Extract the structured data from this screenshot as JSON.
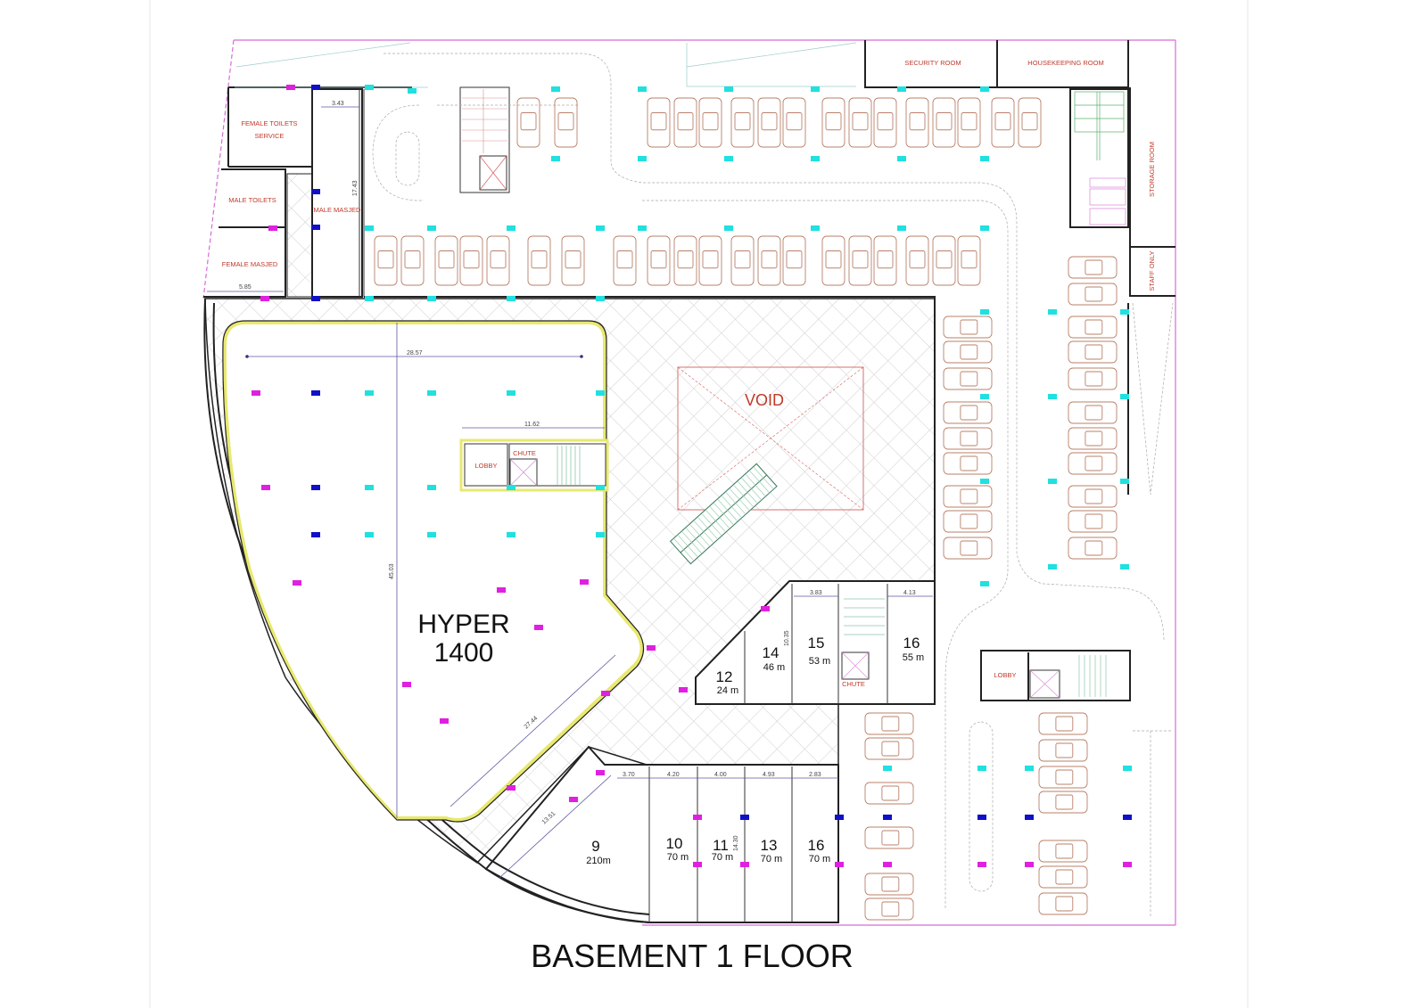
{
  "title": "BASEMENT 1 FLOOR",
  "colors": {
    "boundary": "#d86bd8",
    "walls": "#222222",
    "room_label": "#c0392b",
    "column_magenta": "#e020e0",
    "column_blue": "#1010c8",
    "column_cyan": "#20e0e0",
    "car_outline": "#b9806a",
    "hyper_outline": "#e8e870",
    "hatch": "#cccccc"
  },
  "rooms": {
    "female_toilets": "FEMALE TOILETS",
    "female_toilets_sub": "SERVICE",
    "male_toilets": "MALE TOILETS",
    "female_masjed": "FEMALE MASJED",
    "male_masjed": "MALE MASJED",
    "security_room": "SECURITY ROOM",
    "housekeeping_room": "HOUSEKEEPING ROOM",
    "storage_room": "STORAGE ROOM",
    "staff_only": "STAFF ONLY",
    "void": "VOID",
    "lobby_1": "LOBBY",
    "lobby_2": "LOBBY",
    "chute_1": "CHUTE",
    "chute_2": "CHUTE",
    "hyper_name": "HYPER",
    "hyper_area": "1400"
  },
  "shops": [
    {
      "num": "12",
      "area": "24 m"
    },
    {
      "num": "14",
      "area": "46 m"
    },
    {
      "num": "15",
      "area": "53 m"
    },
    {
      "num": "16",
      "area": "55 m"
    },
    {
      "num": "9",
      "area": "210m"
    },
    {
      "num": "10",
      "area": "70 m"
    },
    {
      "num": "11",
      "area": "70 m"
    },
    {
      "num": "13",
      "area": "70 m"
    },
    {
      "num": "16",
      "area": "70 m"
    }
  ],
  "dimensions": {
    "masjed_width": "3.43",
    "masjed_length": "17.43",
    "female_masjed_width": "5.85",
    "hyper_width": "28.57",
    "hyper_depth": "45.03",
    "hyper_diagonal": "27.44",
    "lobby_width": "11.62",
    "shop9_diag": "13.51",
    "shop9_w": "3.70",
    "shop10_w": "4.20",
    "shop11_w": "4.00",
    "shop13_w": "4.93",
    "shop16b_w": "2.83",
    "shop15_w": "3.83",
    "shop16_w": "4.13",
    "shop_depth": "10.35",
    "shop_depth_b": "14.30"
  }
}
